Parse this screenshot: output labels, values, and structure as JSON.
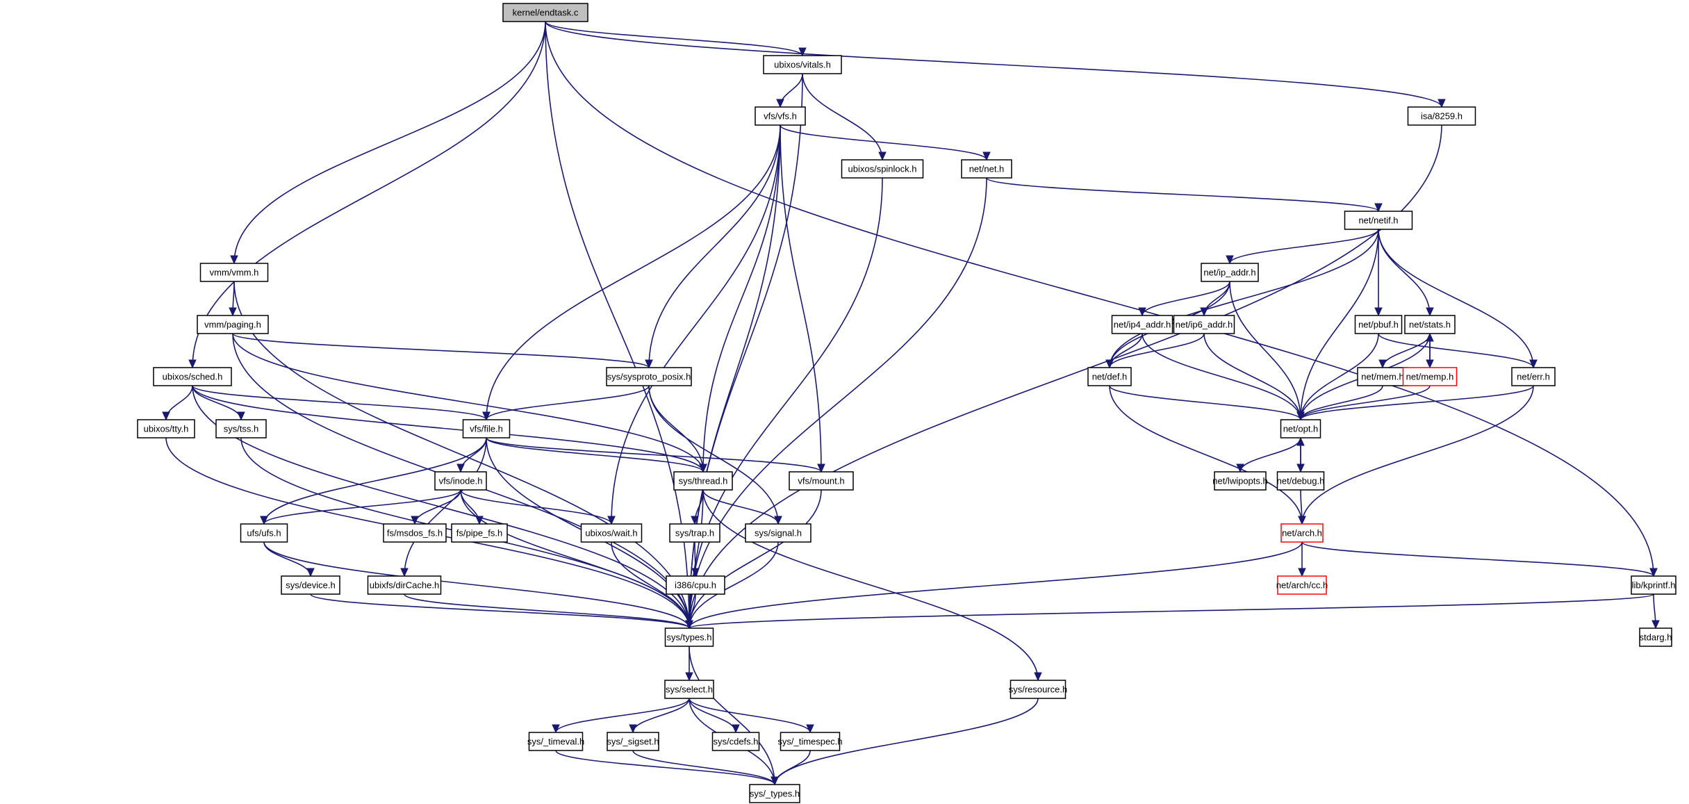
{
  "diagram": {
    "title": "kernel/endtask.c include dependency graph",
    "colors": {
      "edge": "#191970",
      "root_fill": "#bfbfbf",
      "missing_border": "#ff0000",
      "node_border": "#000000"
    },
    "nodes": [
      {
        "id": "endtask",
        "label": "kernel/endtask.c",
        "kind": "root"
      },
      {
        "id": "vitals",
        "label": "ubixos/vitals.h"
      },
      {
        "id": "vfs",
        "label": "vfs/vfs.h"
      },
      {
        "id": "isa8259",
        "label": "isa/8259.h"
      },
      {
        "id": "spinlock",
        "label": "ubixos/spinlock.h"
      },
      {
        "id": "netnet",
        "label": "net/net.h"
      },
      {
        "id": "netif",
        "label": "net/netif.h"
      },
      {
        "id": "vmm",
        "label": "vmm/vmm.h"
      },
      {
        "id": "ipaddr",
        "label": "net/ip_addr.h"
      },
      {
        "id": "paging",
        "label": "vmm/paging.h"
      },
      {
        "id": "ip4addr",
        "label": "net/ip4_addr.h"
      },
      {
        "id": "ip6addr",
        "label": "net/ip6_addr.h"
      },
      {
        "id": "pbuf",
        "label": "net/pbuf.h"
      },
      {
        "id": "stats",
        "label": "net/stats.h"
      },
      {
        "id": "sched",
        "label": "ubixos/sched.h"
      },
      {
        "id": "sysproto",
        "label": "sys/sysproto_posix.h"
      },
      {
        "id": "netdef",
        "label": "net/def.h"
      },
      {
        "id": "netmem",
        "label": "net/mem.h"
      },
      {
        "id": "memp",
        "label": "net/memp.h",
        "kind": "missing"
      },
      {
        "id": "neterr",
        "label": "net/err.h"
      },
      {
        "id": "tty",
        "label": "ubixos/tty.h"
      },
      {
        "id": "tss",
        "label": "sys/tss.h"
      },
      {
        "id": "file",
        "label": "vfs/file.h"
      },
      {
        "id": "netopt",
        "label": "net/opt.h"
      },
      {
        "id": "inode",
        "label": "vfs/inode.h"
      },
      {
        "id": "thread",
        "label": "sys/thread.h"
      },
      {
        "id": "mount",
        "label": "vfs/mount.h"
      },
      {
        "id": "lwipopts",
        "label": "net/lwipopts.h"
      },
      {
        "id": "debug",
        "label": "net/debug.h"
      },
      {
        "id": "ufs",
        "label": "ufs/ufs.h"
      },
      {
        "id": "msdos",
        "label": "fs/msdos_fs.h"
      },
      {
        "id": "pipefs",
        "label": "fs/pipe_fs.h"
      },
      {
        "id": "wait",
        "label": "ubixos/wait.h"
      },
      {
        "id": "trap",
        "label": "sys/trap.h"
      },
      {
        "id": "signal",
        "label": "sys/signal.h"
      },
      {
        "id": "arch",
        "label": "net/arch.h",
        "kind": "missing"
      },
      {
        "id": "device",
        "label": "sys/device.h"
      },
      {
        "id": "dircache",
        "label": "ubixfs/dirCache.h"
      },
      {
        "id": "cpu",
        "label": "i386/cpu.h"
      },
      {
        "id": "archcc",
        "label": "net/arch/cc.h",
        "kind": "missing"
      },
      {
        "id": "kprintf",
        "label": "lib/kprintf.h"
      },
      {
        "id": "types",
        "label": "sys/types.h"
      },
      {
        "id": "stdarg",
        "label": "stdarg.h"
      },
      {
        "id": "select",
        "label": "sys/select.h"
      },
      {
        "id": "resource",
        "label": "sys/resource.h"
      },
      {
        "id": "timeval",
        "label": "sys/_timeval.h"
      },
      {
        "id": "sigset",
        "label": "sys/_sigset.h"
      },
      {
        "id": "cdefs",
        "label": "sys/cdefs.h"
      },
      {
        "id": "timespec",
        "label": "sys/_timespec.h"
      },
      {
        "id": "_types",
        "label": "sys/_types.h"
      }
    ],
    "edges": [
      [
        "endtask",
        "vitals"
      ],
      [
        "endtask",
        "isa8259"
      ],
      [
        "endtask",
        "vmm"
      ],
      [
        "endtask",
        "sched"
      ],
      [
        "endtask",
        "types"
      ],
      [
        "endtask",
        "kprintf"
      ],
      [
        "vitals",
        "vfs"
      ],
      [
        "vitals",
        "spinlock"
      ],
      [
        "vitals",
        "types"
      ],
      [
        "vfs",
        "netnet"
      ],
      [
        "vfs",
        "file"
      ],
      [
        "vfs",
        "sysproto"
      ],
      [
        "vfs",
        "thread"
      ],
      [
        "vfs",
        "wait"
      ],
      [
        "vfs",
        "mount"
      ],
      [
        "vfs",
        "types"
      ],
      [
        "isa8259",
        "types"
      ],
      [
        "spinlock",
        "types"
      ],
      [
        "netnet",
        "netif"
      ],
      [
        "netnet",
        "types"
      ],
      [
        "netif",
        "ipaddr"
      ],
      [
        "netif",
        "pbuf"
      ],
      [
        "netif",
        "stats"
      ],
      [
        "netif",
        "netdef"
      ],
      [
        "netif",
        "neterr"
      ],
      [
        "netif",
        "netopt"
      ],
      [
        "vmm",
        "paging"
      ],
      [
        "vmm",
        "types"
      ],
      [
        "ipaddr",
        "ip4addr"
      ],
      [
        "ipaddr",
        "ip6addr"
      ],
      [
        "ipaddr",
        "netdef"
      ],
      [
        "ipaddr",
        "netopt"
      ],
      [
        "paging",
        "sysproto"
      ],
      [
        "paging",
        "thread"
      ],
      [
        "paging",
        "types"
      ],
      [
        "ip4addr",
        "netdef"
      ],
      [
        "ip4addr",
        "netopt"
      ],
      [
        "ip6addr",
        "netdef"
      ],
      [
        "ip6addr",
        "netopt"
      ],
      [
        "pbuf",
        "netopt"
      ],
      [
        "pbuf",
        "neterr"
      ],
      [
        "stats",
        "netmem"
      ],
      [
        "stats",
        "memp"
      ],
      [
        "stats",
        "netopt"
      ],
      [
        "memp",
        "stats"
      ],
      [
        "memp",
        "netopt"
      ],
      [
        "sched",
        "tty"
      ],
      [
        "sched",
        "tss"
      ],
      [
        "sched",
        "file"
      ],
      [
        "sched",
        "thread"
      ],
      [
        "sched",
        "types"
      ],
      [
        "sysproto",
        "file"
      ],
      [
        "sysproto",
        "thread"
      ],
      [
        "sysproto",
        "signal"
      ],
      [
        "netdef",
        "netopt"
      ],
      [
        "netdef",
        "arch"
      ],
      [
        "netmem",
        "netopt"
      ],
      [
        "neterr",
        "netopt"
      ],
      [
        "neterr",
        "arch"
      ],
      [
        "tty",
        "types"
      ],
      [
        "tss",
        "types"
      ],
      [
        "file",
        "inode"
      ],
      [
        "file",
        "thread"
      ],
      [
        "file",
        "mount"
      ],
      [
        "file",
        "ufs"
      ],
      [
        "file",
        "dircache"
      ],
      [
        "file",
        "types"
      ],
      [
        "netopt",
        "lwipopts"
      ],
      [
        "netopt",
        "debug"
      ],
      [
        "debug",
        "netopt"
      ],
      [
        "debug",
        "arch"
      ],
      [
        "inode",
        "ufs"
      ],
      [
        "inode",
        "msdos"
      ],
      [
        "inode",
        "pipefs"
      ],
      [
        "inode",
        "wait"
      ],
      [
        "inode",
        "types"
      ],
      [
        "thread",
        "trap"
      ],
      [
        "thread",
        "signal"
      ],
      [
        "thread",
        "resource"
      ],
      [
        "thread",
        "types"
      ],
      [
        "mount",
        "types"
      ],
      [
        "ufs",
        "device"
      ],
      [
        "ufs",
        "types"
      ],
      [
        "trap",
        "cpu"
      ],
      [
        "signal",
        "types"
      ],
      [
        "arch",
        "archcc"
      ],
      [
        "arch",
        "kprintf"
      ],
      [
        "arch",
        "types"
      ],
      [
        "device",
        "types"
      ],
      [
        "dircache",
        "types"
      ],
      [
        "cpu",
        "types"
      ],
      [
        "wait",
        "types"
      ],
      [
        "kprintf",
        "stdarg"
      ],
      [
        "kprintf",
        "types"
      ],
      [
        "types",
        "select"
      ],
      [
        "types",
        "_types"
      ],
      [
        "select",
        "timeval"
      ],
      [
        "select",
        "sigset"
      ],
      [
        "select",
        "cdefs"
      ],
      [
        "select",
        "timespec"
      ],
      [
        "select",
        "_types"
      ],
      [
        "resource",
        "_types"
      ],
      [
        "timeval",
        "_types"
      ],
      [
        "sigset",
        "_types"
      ],
      [
        "timespec",
        "_types"
      ]
    ]
  }
}
